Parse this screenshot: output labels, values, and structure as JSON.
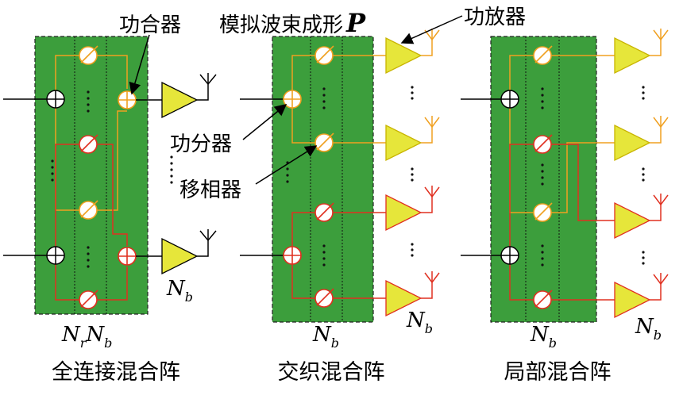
{
  "labels": {
    "combiner": "功合器",
    "analog_beamforming": "模拟波束成形",
    "analog_beamforming_symbol": "P",
    "power_amplifier": "功放器",
    "splitter": "功分器",
    "phase_shifter": "移相器"
  },
  "panels": [
    {
      "title": "全连接混合阵",
      "dim_main": "N",
      "dim_sub": "r",
      "dim_main2": "N",
      "dim_sub2": "b",
      "side_main": "N",
      "side_sub": "b"
    },
    {
      "title": "交织混合阵",
      "dim_main": "N",
      "dim_sub": "b",
      "side_main": "N",
      "side_sub": "b"
    },
    {
      "title": "局部混合阵",
      "dim_main": "N",
      "dim_sub": "b",
      "side_main": "N",
      "side_sub": "b"
    }
  ],
  "colors": {
    "board": "#3c9e3c",
    "orange_line": "#f0a020",
    "red_line": "#e03020",
    "amp_fill": "#e6e63a",
    "amp_stroke": "#c8b400"
  }
}
